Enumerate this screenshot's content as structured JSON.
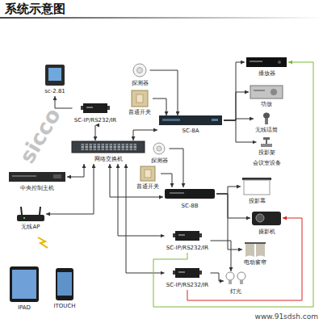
{
  "diagram": {
    "title": "系统示意图",
    "nodes": [
      {
        "text": [
          "sc-2.81"
        ]
      },
      {
        "text": [
          "SC-IP/RS232/IR"
        ]
      },
      {
        "text": [
          "探测器"
        ]
      },
      {
        "text": [
          "普通开关"
        ]
      },
      {
        "text": [
          "SC-8A"
        ]
      },
      {
        "text": [
          "播放器"
        ]
      },
      {
        "text": [
          "功放"
        ]
      },
      {
        "text": [
          "无线话筒"
        ]
      },
      {
        "text": [
          "投影架"
        ]
      },
      {
        "text": [
          "网络交换机"
        ]
      },
      {
        "text": [
          "探测器"
        ]
      },
      {
        "text": [
          "普通开关"
        ]
      },
      {
        "text": [
          "中央控制主机"
        ]
      },
      {
        "text": [
          "SC-8B"
        ]
      },
      {
        "text": [
          "投影幕"
        ]
      },
      {
        "text": [
          "摄影机"
        ]
      },
      {
        "text": [
          "无线AP"
        ]
      },
      {
        "text": [
          "SC-IP/RS232/IR"
        ]
      },
      {
        "text": [
          "电动窗帘"
        ]
      },
      {
        "text": [
          "SC-IP/RS232/IR"
        ]
      },
      {
        "text": [
          "灯光"
        ]
      },
      {
        "text": [
          "IPAD"
        ]
      },
      {
        "text": [
          "ITOUCH"
        ]
      }
    ],
    "edges": [
      {
        "from": 1,
        "to": 0,
        "arrow": "to"
      },
      {
        "from": 1,
        "to": 9,
        "arrow": "both"
      },
      {
        "from": 2,
        "to": 4,
        "arrow": "to"
      },
      {
        "from": 3,
        "to": 4,
        "arrow": "to"
      },
      {
        "from": 9,
        "to": 4,
        "arrow": "both"
      },
      {
        "from": 4,
        "to": 5,
        "arrow": "to"
      },
      {
        "from": 4,
        "to": 6,
        "arrow": "to"
      },
      {
        "from": 4,
        "to": 7,
        "arrow": "to"
      },
      {
        "from": 4,
        "to": 8,
        "arrow": "to"
      },
      {
        "from": 9,
        "to": 12,
        "arrow": "both"
      },
      {
        "from": 9,
        "to": 16,
        "arrow": "both"
      },
      {
        "from": 10,
        "to": 13,
        "arrow": "to"
      },
      {
        "from": 11,
        "to": 13,
        "arrow": "to"
      },
      {
        "from": 9,
        "to": 13,
        "arrow": "both"
      },
      {
        "from": 13,
        "to": 14,
        "arrow": "to"
      },
      {
        "from": 13,
        "to": 15,
        "arrow": "to"
      },
      {
        "from": 13,
        "to": 18,
        "arrow": "to"
      },
      {
        "from": 9,
        "to": 17,
        "arrow": "both"
      },
      {
        "from": 9,
        "to": 19,
        "arrow": "both"
      },
      {
        "from": 17,
        "to": 20,
        "arrow": "to"
      },
      {
        "from": 19,
        "to": 20,
        "arrow": "to"
      },
      {
        "from": 19,
        "to": 15,
        "arrow": "to"
      },
      {
        "from": 17,
        "to": 5,
        "arrow": "to"
      }
    ],
    "labels": [
      "会议室设备",
      "sicco",
      "www.91sdsh.com"
    ]
  }
}
